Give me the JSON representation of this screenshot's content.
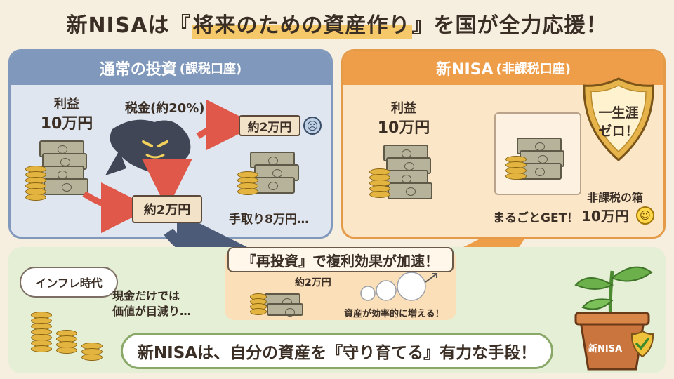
{
  "title": {
    "pre": "新NISAは『",
    "highlight": "将来のための資産作り",
    "post": "』を国が全力応援！"
  },
  "left_panel": {
    "heading": "通常の投資",
    "heading_paren": "(課税口座)",
    "profit_label": "利益",
    "profit_value": "10万円",
    "tax_label": "税金(約20%)",
    "tax_box_value": "約2万円",
    "tax_result_value": "約2万円",
    "takehome": "手取り8万円…"
  },
  "right_panel": {
    "heading": "新NISA",
    "heading_paren": "(非課税口座)",
    "profit_label": "利益",
    "profit_value": "10万円",
    "shield_line1": "一生涯",
    "shield_line2": "ゼロ！",
    "box_label": "非課税の箱",
    "get_text": "まるごとGET！",
    "get_value": "10万円"
  },
  "reinvest": {
    "title": "『再投資』で複利効果が加速！",
    "amount": "約2万円",
    "caption": "資産が効率的に増える！"
  },
  "inflation": {
    "cloud": "インフレ時代",
    "line1": "現金だけでは",
    "line2": "価値が目減り…"
  },
  "banner": "新NISAは、自分の資産を『守り育てる』有力な手段！",
  "pot_label": "新NISA",
  "colors": {
    "left_accent": "#7f98bb",
    "right_accent": "#ee9d49",
    "bottom_bg": "#e4efd6",
    "arrow_red": "#e0584a",
    "arrow_orange": "#ee9d49",
    "arrow_navy": "#4c5b78"
  },
  "icons": [
    "shadow-thief-icon",
    "sad-face-icon",
    "happy-face-icon",
    "shield-icon",
    "sprout-pot-icon",
    "check-icon"
  ]
}
